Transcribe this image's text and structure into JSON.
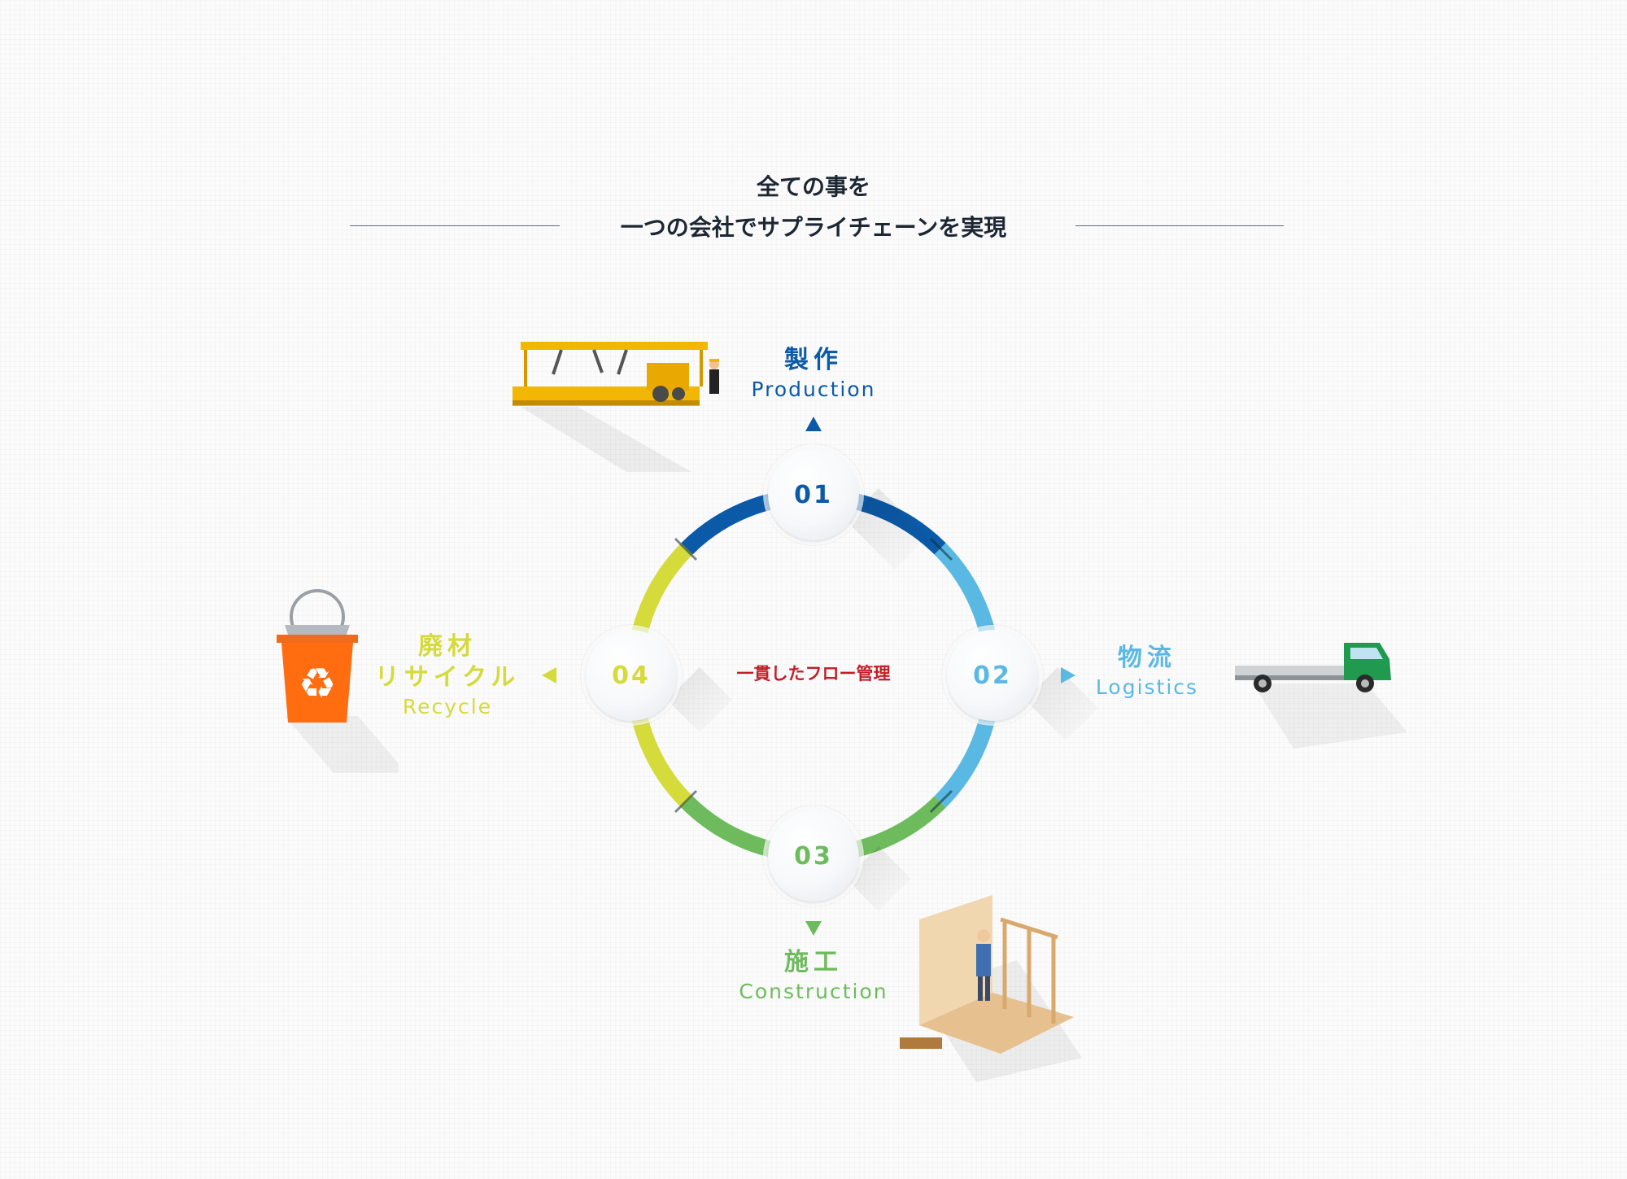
{
  "heading": {
    "line1": "全ての事を",
    "line2": "一つの会社でサプライチェーンを実現"
  },
  "center_label": "一貫したフロー管理",
  "steps": [
    {
      "number": "01",
      "label_jp": "製作",
      "label_en": "Production",
      "color": "#0b5aa8",
      "illustration": "factory-assembly-line-illustration"
    },
    {
      "number": "02",
      "label_jp": "物流",
      "label_en": "Logistics",
      "color": "#5ab9e2",
      "illustration": "green-flatbed-truck-illustration"
    },
    {
      "number": "03",
      "label_jp": "施工",
      "label_en": "Construction",
      "color": "#6dbb5c",
      "illustration": "carpenter-framing-wall-illustration"
    },
    {
      "number": "04",
      "label_jp_line1": "廃材",
      "label_jp_line2": "リサイクル",
      "label_en": "Recycle",
      "color": "#d5db3a",
      "illustration": "orange-recycle-bin-illustration"
    }
  ],
  "colors": {
    "heading_text": "#1d2733",
    "center_text": "#c41e28",
    "rule": "#5f6b7c"
  }
}
